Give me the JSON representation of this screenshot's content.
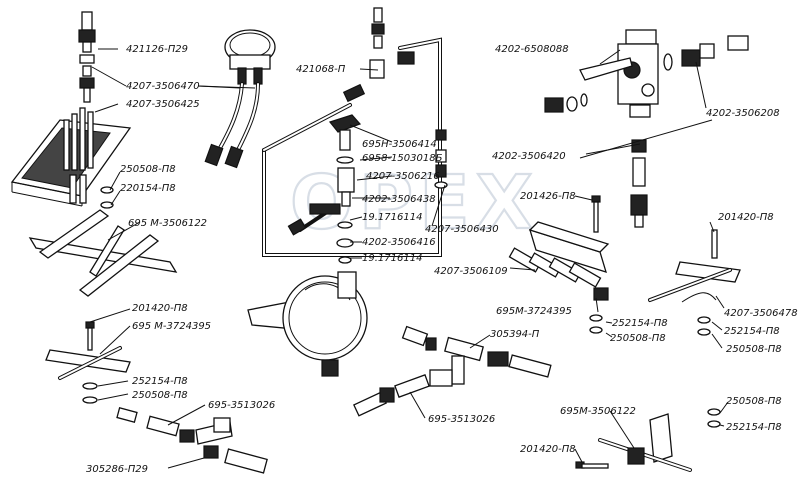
{
  "watermark": "OPEX",
  "labels": {
    "l01": "421126-П29",
    "l02": "4207-3506470",
    "l03": "4207-3506425",
    "l04": "250508-П8",
    "l05": "220154-П8",
    "l06": "695 М-3506122",
    "l07": "421068-П",
    "l08": "695Н-3506414",
    "l09": "6958-1503018Б",
    "l10": "4207-3506216",
    "l11": "4202-3506438",
    "l12": "19.1716114",
    "l13": "4202-3506416",
    "l14": "19.1716114",
    "l15": "4207-3506430",
    "l16": "4202-6508088",
    "l17": "4202-3506208",
    "l18": "4202-3506420",
    "l19": "201426-П8",
    "l20": "4207-3506109",
    "l21": "201420-П8",
    "l22": "695М-3724395",
    "l23": "252154-П8",
    "l24": "250508-П8",
    "l25": "4207-3506478",
    "l26": "252154-П8",
    "l27": "250508-П8",
    "l28": "201420-П8",
    "l29": "695 М-3724395",
    "l30": "305394-П",
    "l31": "252154-П8",
    "l32": "250508-П8",
    "l33": "695-3513026",
    "l34": "695-3513026",
    "l35": "305286-П29",
    "l36": "695М-3506122",
    "l37": "250508-П8",
    "l38": "252154-П8",
    "l39": "201420-П8"
  }
}
